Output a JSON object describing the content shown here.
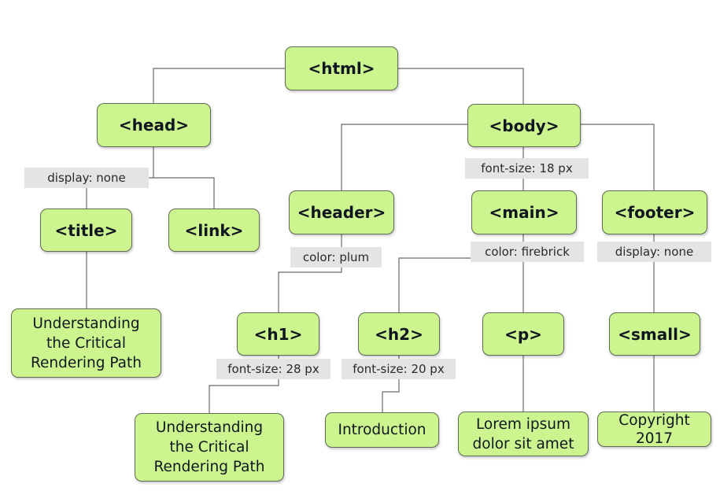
{
  "nodes": {
    "html": "<html>",
    "head": "<head>",
    "body": "<body>",
    "title": "<title>",
    "link": "<link>",
    "header": "<header>",
    "main": "<main>",
    "footer": "<footer>",
    "h1": "<h1>",
    "h2": "<h2>",
    "p": "<p>",
    "small": "<small>"
  },
  "texts": {
    "title_text": "Understanding\nthe Critical\nRendering Path",
    "h1_text": "Understanding\nthe Critical\nRendering Path",
    "h2_text": "Introduction",
    "p_text": "Lorem ipsum\ndolor sit amet",
    "small_text": "Copyright\n2017"
  },
  "labels": {
    "head_style": "display: none",
    "body_style": "font-size: 18 px",
    "header_style": "color: plum",
    "main_style": "color: firebrick",
    "footer_style": "display: none",
    "h1_style": "font-size: 28 px",
    "h2_style": "font-size: 20 px"
  },
  "colors": {
    "node_fill": "#ccf58f",
    "node_border": "#5f6b54",
    "label_fill": "#e4e4e4",
    "edge": "#666666"
  }
}
